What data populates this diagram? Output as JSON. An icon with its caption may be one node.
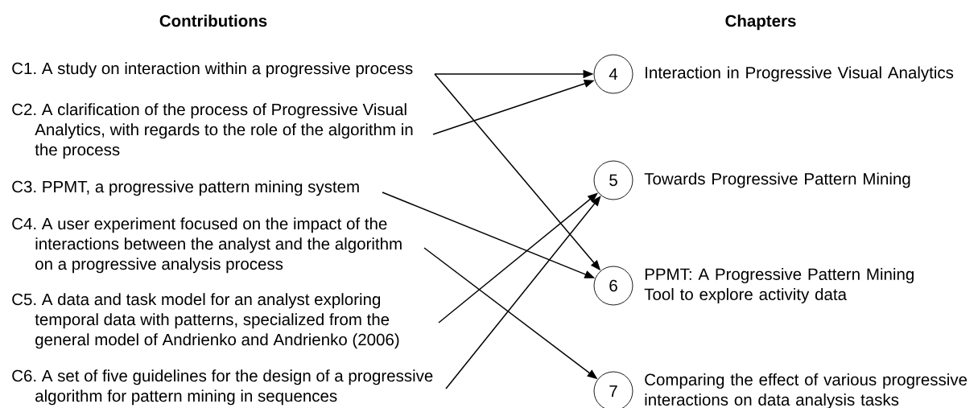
{
  "diagram": {
    "nodes": [
      {
        "text": [
          "C1. A study on interaction within a progressive process"
        ]
      },
      {
        "text": [
          "C2. A clarification of the process of Progressive Visual Analytics, with regards to the role of the algorithm in the process"
        ]
      },
      {
        "text": [
          "C3. PPMT, a progressive pattern mining system"
        ]
      },
      {
        "text": [
          "C4. A user experiment focused on the impact of the interactions between the analyst and the algorithm on a progressive analysis process"
        ]
      },
      {
        "text": [
          "C5. A data and task model for an analyst exploring temporal data with patterns, specialized from the general model of Andrienko and Andrienko (2006)"
        ]
      },
      {
        "text": [
          "C6. A set of five guidelines for the design of a progressive algorithm for pattern mining in sequences"
        ]
      },
      {
        "text": [
          "4"
        ],
        "beside": [
          "Interaction in Progressive Visual Analytics"
        ]
      },
      {
        "text": [
          "5"
        ],
        "beside": [
          "Towards Progressive Pattern Mining"
        ]
      },
      {
        "text": [
          "6"
        ],
        "beside": [
          "PPMT: A Progressive Pattern Mining Tool to explore activity data"
        ]
      },
      {
        "text": [
          "7"
        ],
        "beside": [
          "Comparing the effect of various progressive interactions on data analysis tasks"
        ]
      }
    ],
    "edges": [
      {
        "from": 0,
        "to": 6,
        "arrow": "to"
      },
      {
        "from": 0,
        "to": 8,
        "arrow": "to"
      },
      {
        "from": 1,
        "to": 6,
        "arrow": "to"
      },
      {
        "from": 2,
        "to": 8,
        "arrow": "to"
      },
      {
        "from": 3,
        "to": 9,
        "arrow": "to"
      },
      {
        "from": 4,
        "to": 7,
        "arrow": "to"
      },
      {
        "from": 5,
        "to": 7,
        "arrow": "to"
      }
    ],
    "labels": [
      "Contributions",
      "Chapters"
    ]
  }
}
